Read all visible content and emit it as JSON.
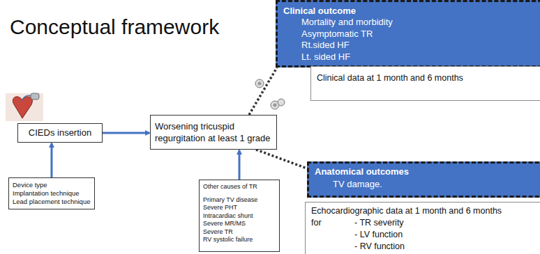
{
  "diagram": {
    "title": "Conceptual framework",
    "nodes": [
      {
        "text": [
          "Clinical outcome",
          "Mortality and morbidity",
          "Asymptomatic TR",
          "Rt.sided HF",
          "Lt. sided HF"
        ]
      },
      {
        "text": [
          "Clinical  data at 1 month and 6 months"
        ]
      },
      {
        "text": [
          "CIEDs insertion"
        ]
      },
      {
        "text": [
          "Worsening tricuspid regurgitation at least 1 grade"
        ]
      },
      {
        "text": [
          "Anatomical outcomes",
          "TV damage."
        ]
      },
      {
        "text": [
          "Device type",
          "Implantation technique",
          "Lead placement technique"
        ]
      },
      {
        "text": [
          "Other causes of TR",
          "Primary TV disease",
          "Severe PHT",
          "Intracardiac shunt",
          "Severe MR/MS",
          "Severe TR",
          "RV systolic failure"
        ]
      },
      {
        "text": [
          "Echocardiographic data at 1 month and 6 months",
          "for",
          "- TR severity",
          "- LV function",
          "- RV function"
        ]
      }
    ],
    "edges": [
      {
        "from": 2,
        "to": 3,
        "arrow": "to"
      },
      {
        "from": 5,
        "to": 2,
        "arrow": "to"
      },
      {
        "from": 6,
        "to": 3,
        "arrow": "to"
      },
      {
        "from": 3,
        "to": 0,
        "arrow": "none"
      },
      {
        "from": 3,
        "to": 4,
        "arrow": "none"
      }
    ]
  }
}
